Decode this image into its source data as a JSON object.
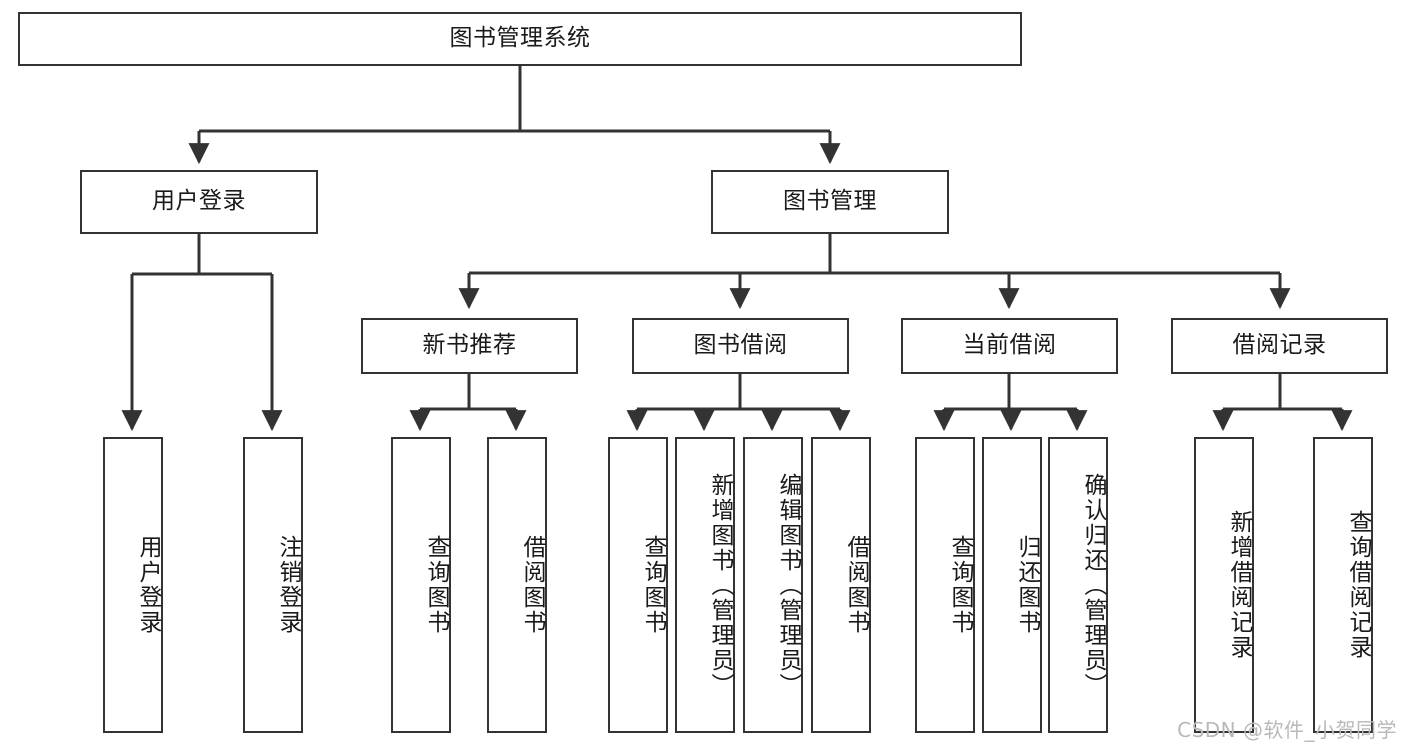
{
  "diagram": {
    "type": "tree-hierarchy",
    "title": "图书管理系统",
    "watermark": "CSDN @软件_小贺同学",
    "colors": {
      "stroke": "#333333",
      "fill": "#ffffff",
      "text": "#1a1a1a",
      "watermark": "#b9b9b9"
    },
    "levels": [
      {
        "level": 1,
        "nodes": [
          {
            "id": "root",
            "label": "图书管理系统",
            "orientation": "horizontal"
          }
        ]
      },
      {
        "level": 2,
        "nodes": [
          {
            "id": "user-login",
            "label": "用户登录",
            "orientation": "horizontal",
            "parent": "root"
          },
          {
            "id": "book-manage",
            "label": "图书管理",
            "orientation": "horizontal",
            "parent": "root"
          }
        ]
      },
      {
        "level": 3,
        "nodes": [
          {
            "id": "new-book-rec",
            "label": "新书推荐",
            "orientation": "horizontal",
            "parent": "book-manage"
          },
          {
            "id": "book-borrow",
            "label": "图书借阅",
            "orientation": "horizontal",
            "parent": "book-manage"
          },
          {
            "id": "current-borrow",
            "label": "当前借阅",
            "orientation": "horizontal",
            "parent": "book-manage"
          },
          {
            "id": "borrow-record",
            "label": "借阅记录",
            "orientation": "horizontal",
            "parent": "book-manage"
          }
        ]
      },
      {
        "level": 4,
        "nodes": [
          {
            "id": "leaf-user-login",
            "label": "用户登录",
            "orientation": "vertical",
            "parent": "user-login"
          },
          {
            "id": "leaf-logout-login",
            "label": "注销登录",
            "orientation": "vertical",
            "parent": "user-login"
          },
          {
            "id": "leaf-query-book-1",
            "label": "查询图书",
            "orientation": "vertical",
            "parent": "new-book-rec"
          },
          {
            "id": "leaf-borrow-book-1",
            "label": "借阅图书",
            "orientation": "vertical",
            "parent": "new-book-rec"
          },
          {
            "id": "leaf-query-book-2",
            "label": "查询图书",
            "orientation": "vertical",
            "parent": "book-borrow"
          },
          {
            "id": "leaf-add-book",
            "label": "新增图书（管理员）",
            "orientation": "vertical",
            "parent": "book-borrow"
          },
          {
            "id": "leaf-edit-book",
            "label": "编辑图书（管理员）",
            "orientation": "vertical",
            "parent": "book-borrow"
          },
          {
            "id": "leaf-borrow-book-2",
            "label": "借阅图书",
            "orientation": "vertical",
            "parent": "book-borrow"
          },
          {
            "id": "leaf-query-book-3",
            "label": "查询图书",
            "orientation": "vertical",
            "parent": "current-borrow"
          },
          {
            "id": "leaf-return-book",
            "label": "归还图书",
            "orientation": "vertical",
            "parent": "current-borrow"
          },
          {
            "id": "leaf-confirm-return",
            "label": "确认归还（管理员）",
            "orientation": "vertical",
            "parent": "current-borrow"
          },
          {
            "id": "leaf-add-record",
            "label": "新增借阅记录",
            "orientation": "vertical",
            "parent": "borrow-record"
          },
          {
            "id": "leaf-query-record",
            "label": "查询借阅记录",
            "orientation": "vertical",
            "parent": "borrow-record"
          }
        ]
      }
    ]
  }
}
